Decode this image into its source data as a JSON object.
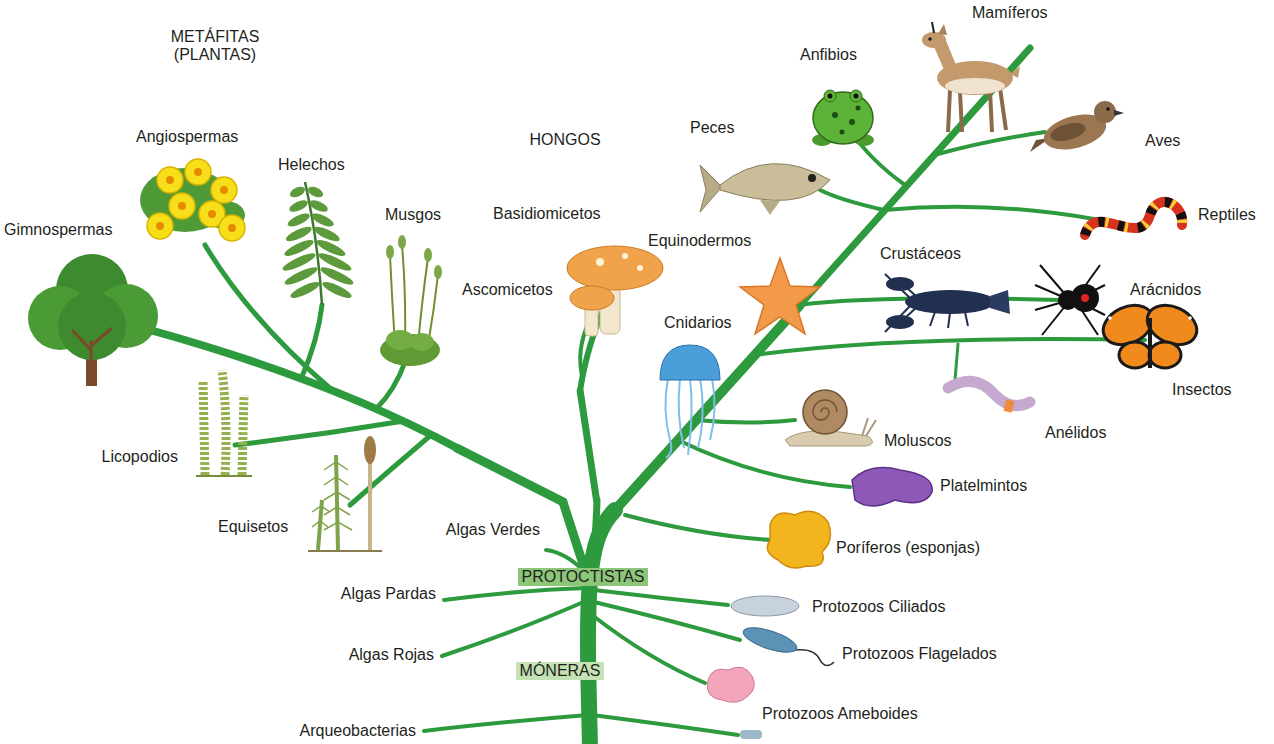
{
  "diagram": {
    "nodes": [
      {
        "text": [
          "METÁFITAS (PLANTAS)"
        ]
      },
      {
        "text": [
          "HONGOS"
        ]
      },
      {
        "text": [
          "PROTOCTISTAS"
        ]
      },
      {
        "text": [
          "MÓNERAS"
        ]
      }
    ],
    "edges": [
      {
        "from": 2,
        "to": 0,
        "arrow": "none"
      },
      {
        "from": 2,
        "to": 1,
        "arrow": "none"
      }
    ],
    "labels": [
      "Angiospermas",
      "Helechos",
      "Musgos",
      "Gimnospermas",
      "Licopodios",
      "Equisetos",
      "Basidiomicetos",
      "Ascomicetos",
      "Mamíferos",
      "Anfibios",
      "Peces",
      "Aves",
      "Reptiles",
      "Equinodermos",
      "Crustáceos",
      "Arácnidos",
      "Cnidarios",
      "Insectos",
      "Moluscos",
      "Anélidos",
      "Platelmintos",
      "Poríferos (esponjas)",
      "Algas Verdes",
      "Algas Pardas",
      "Algas Rojas",
      "Protozoos Ciliados",
      "Protozoos Flagelados",
      "Protozoos Ameboides",
      "Arqueobacterias"
    ]
  }
}
